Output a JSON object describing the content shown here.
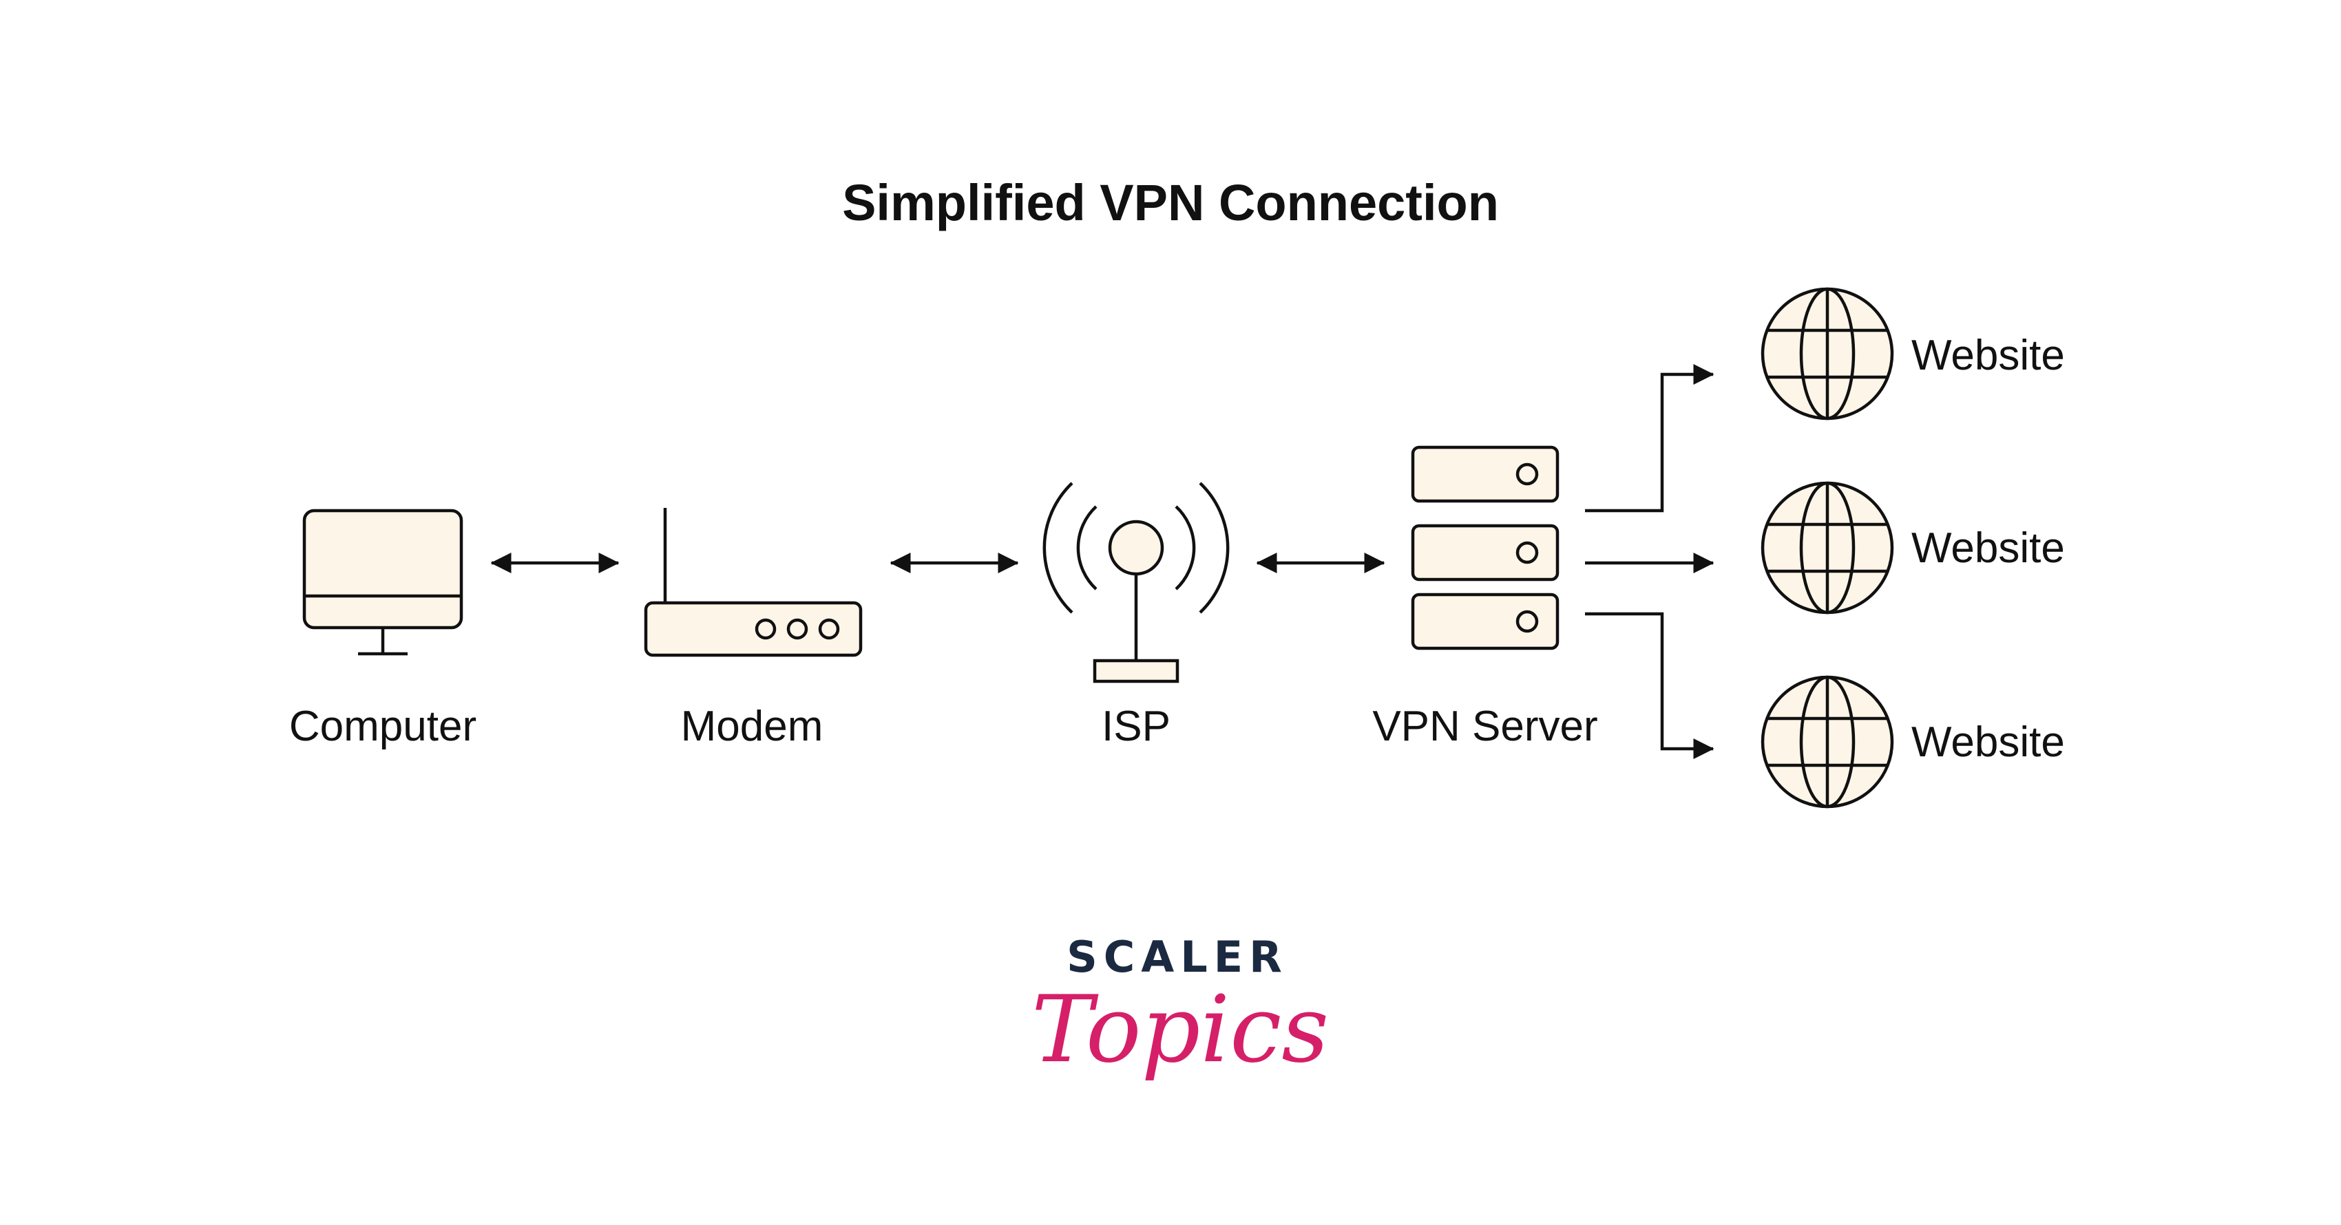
{
  "title": "Simplified VPN Connection",
  "colors": {
    "ink": "#111111",
    "device_fill": "#fdf5e8",
    "background": "#ffffff",
    "logo_dark": "#1b2a40",
    "logo_accent": "#d61f69"
  },
  "nodes": {
    "computer": {
      "label": "Computer",
      "icon": "monitor-icon"
    },
    "modem": {
      "label": "Modem",
      "icon": "router-icon"
    },
    "isp": {
      "label": "ISP",
      "icon": "antenna-icon"
    },
    "vpn_server": {
      "label": "VPN Server",
      "icon": "server-rack-icon"
    },
    "websites": [
      {
        "label": "Website",
        "icon": "globe-icon"
      },
      {
        "label": "Website",
        "icon": "globe-icon"
      },
      {
        "label": "Website",
        "icon": "globe-icon"
      }
    ]
  },
  "edges": [
    {
      "from": "computer",
      "to": "modem",
      "direction": "both"
    },
    {
      "from": "modem",
      "to": "isp",
      "direction": "both"
    },
    {
      "from": "isp",
      "to": "vpn_server",
      "direction": "both"
    },
    {
      "from": "vpn_server",
      "to": "websites.0",
      "direction": "forward"
    },
    {
      "from": "vpn_server",
      "to": "websites.1",
      "direction": "forward"
    },
    {
      "from": "vpn_server",
      "to": "websites.2",
      "direction": "forward"
    }
  ],
  "logo": {
    "top": "SCALER",
    "bottom": "Topics"
  }
}
